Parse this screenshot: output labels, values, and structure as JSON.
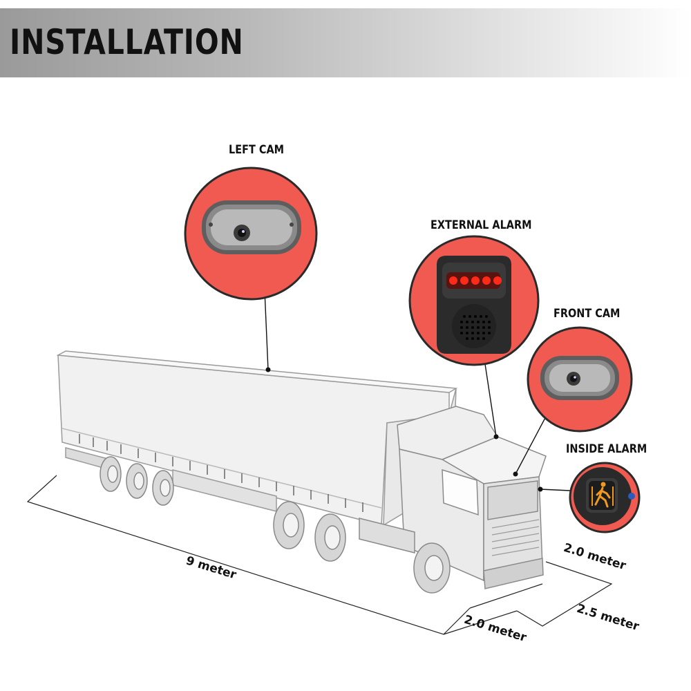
{
  "header": {
    "title": "INSTALLATION"
  },
  "callouts": {
    "left_cam": "LEFT CAM",
    "external_alarm": "EXTERNAL ALARM",
    "front_cam": "FRONT CAM",
    "inside_alarm": "INSIDE ALARM"
  },
  "dimensions": {
    "length": "9 meter",
    "front_gap": "2.0 meter",
    "side_gap": "2.0 meter",
    "width": "2.5 meter"
  },
  "colors": {
    "callout_fill": "#f05a50",
    "led_red": "#ff2a1a",
    "pedestrian_icon": "#f39a1e"
  }
}
